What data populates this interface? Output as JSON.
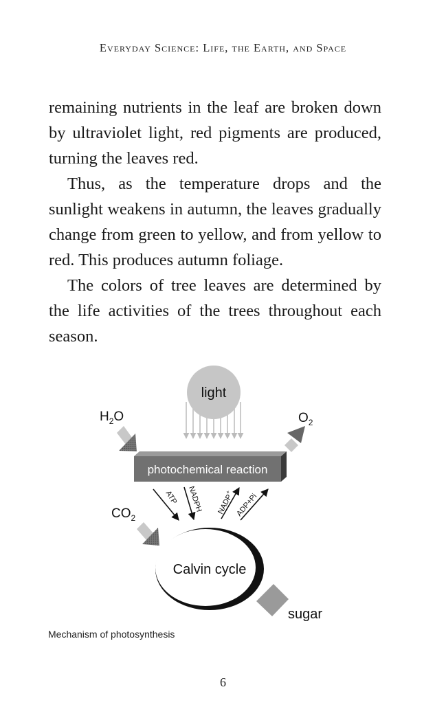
{
  "header": {
    "running_title": "Everyday Science: Life, the Earth, and Space"
  },
  "body": {
    "paragraphs": [
      "remaining nutrients in the leaf are broken down by ultraviolet light, red pigments are produced, turning the leaves red.",
      "Thus, as the temperature drops and the sunlight weakens in autumn, the leaves gradually change from green to yellow, and from yellow to red. This produces autumn foliage.",
      "The colors of tree leaves are determined by the life activities of the trees throughout each season."
    ]
  },
  "figure": {
    "labels": {
      "light": "light",
      "water": "H",
      "water_sub": "2",
      "water_tail": "O",
      "oxygen": "O",
      "oxygen_sub": "2",
      "carbon_dioxide": "CO",
      "carbon_dioxide_sub": "2",
      "photochemical": "photochemical reaction",
      "atp": "ATP",
      "nadph": "NADPH",
      "nadp": "NADP",
      "nadp_sup": "+",
      "adp": "ADP+Pi",
      "calvin": "Calvin cycle",
      "sugar": "sugar"
    },
    "caption": "Mechanism of photosynthesis"
  },
  "footer": {
    "page_number": "6"
  }
}
